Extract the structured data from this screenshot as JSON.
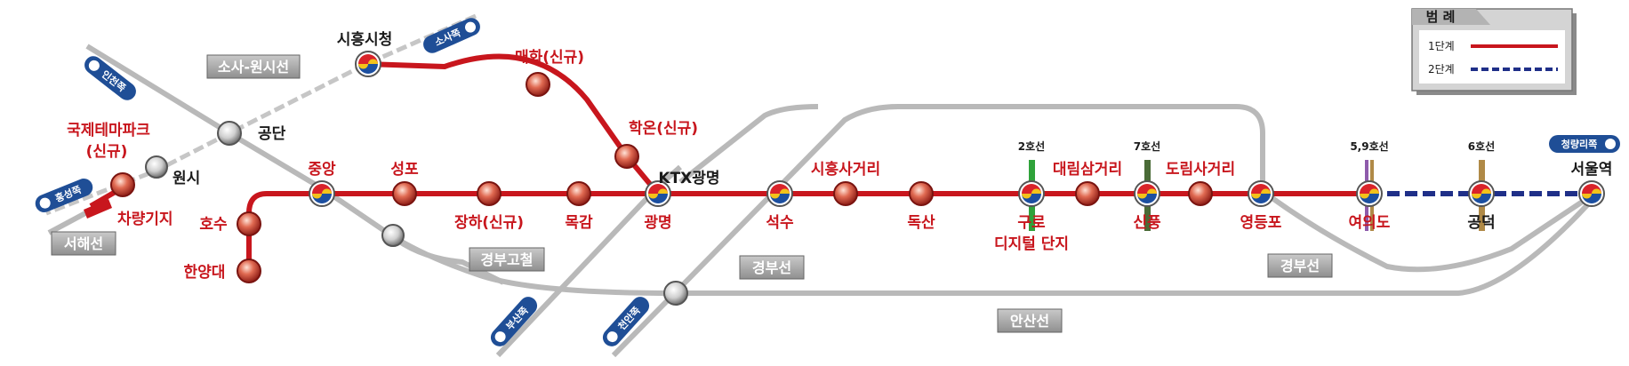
{
  "colors": {
    "stage1": "#c8161d",
    "stage2": "#1f2f88",
    "existing_line": "#b9b9b9",
    "direction_badge": "#1f4e96",
    "line2": "#2fa23a",
    "line7": "#4a6b37",
    "line5": "#8e5bab",
    "line6": "#b08a47"
  },
  "stations": {
    "siheung_city_hall": "시흥시청",
    "maehwa": "매화(신규)",
    "hakon": "학온(신규)",
    "ktx_gwangmyeong": "KTX광명",
    "gwangmyeong": "광명",
    "gongdan": "공단",
    "international_theme_park_1": "국제테마파크",
    "international_theme_park_2": "(신규)",
    "wonsi": "원시",
    "depot": "차량기지",
    "jungang": "중앙",
    "seongpo": "성포",
    "jangha": "장하(신규)",
    "mokgam": "목감",
    "hosu": "호수",
    "hanyang_univ": "한양대",
    "seoksu": "석수",
    "siheung_crossroad": "시흥사거리",
    "doksan": "독산",
    "guro_digital_1": "구로",
    "guro_digital_2": "디지털 단지",
    "daerim_crossroad": "대림삼거리",
    "sinpung": "신풍",
    "dorim_crossroad": "도림사거리",
    "yeongdeungpo": "영등포",
    "yeouido": "여의도",
    "gongdeok": "공덕",
    "seoul_station": "서울역"
  },
  "transfer_labels": {
    "line2": "2호선",
    "line7": "7호선",
    "line5_9": "5,9호선",
    "line6": "6호선"
  },
  "line_boxes": {
    "sosa_wonsi": "소사-원시선",
    "seohae": "서해선",
    "gyeongbu_hsr": "경부고철",
    "gyeongbu_1": "경부선",
    "gyeongbu_2": "경부선",
    "ansan": "안산선"
  },
  "directions": {
    "incheon": "인천쪽",
    "sosa": "소사쪽",
    "hongseong": "홍성쪽",
    "busan": "부산쪽",
    "cheonan": "천안쪽",
    "cheongnyangni": "청량리쪽"
  },
  "legend": {
    "title": "범 례",
    "stage1": "1단계",
    "stage2": "2단계"
  }
}
